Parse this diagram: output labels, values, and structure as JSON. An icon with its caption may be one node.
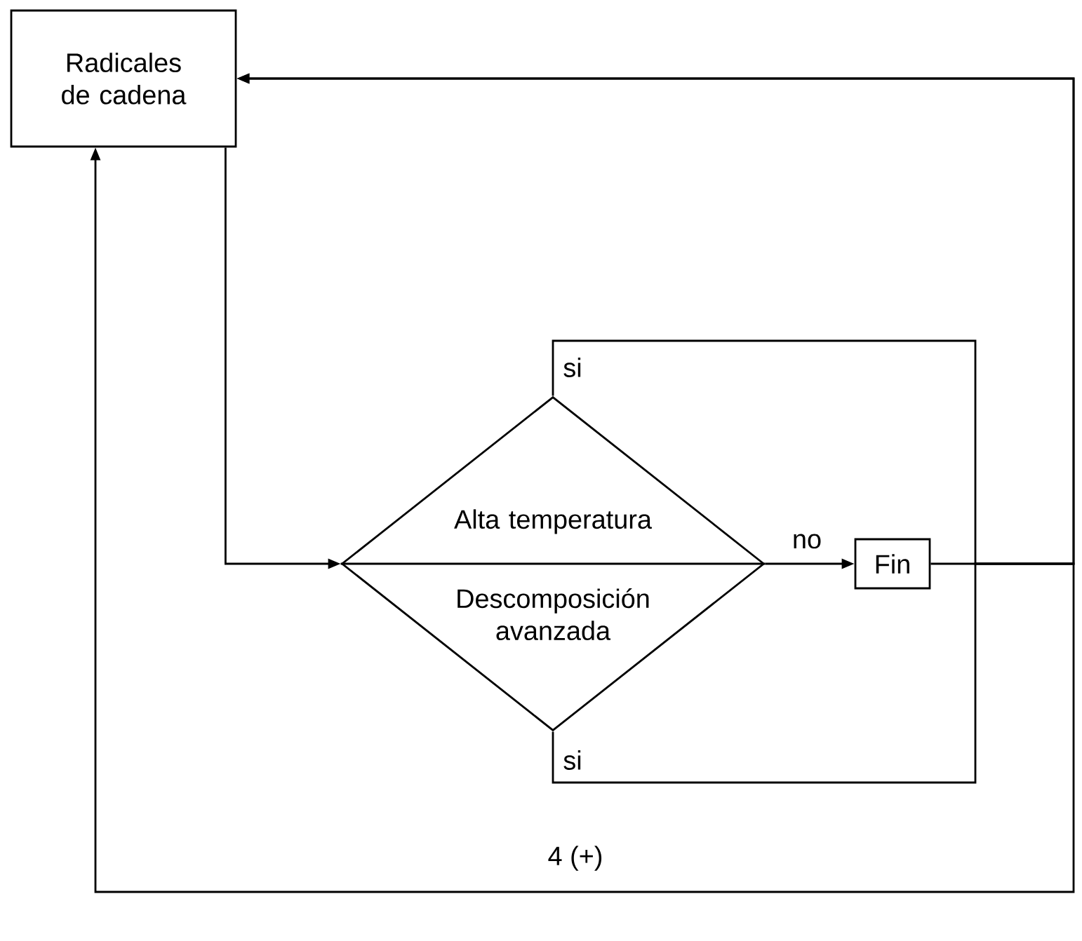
{
  "diagram": {
    "nodes": [
      {
        "text": [
          "Radicales de cadena"
        ]
      },
      {
        "text": [
          "Alta temperatura",
          "Descomposición avanzada"
        ]
      },
      {
        "text": [
          "Fin"
        ]
      }
    ],
    "edges": [
      {
        "from": 0,
        "to": 1,
        "arrow": "to"
      },
      {
        "from": 1,
        "to": 2,
        "arrow": "to",
        "label": "no"
      },
      {
        "from": 1,
        "to": 0,
        "arrow": "to",
        "label": "si"
      },
      {
        "from": 1,
        "to": 0,
        "arrow": "to",
        "label": "si"
      },
      {
        "from": 2,
        "to": 0,
        "arrow": "to"
      }
    ],
    "labels": [
      "4 (+)"
    ]
  }
}
